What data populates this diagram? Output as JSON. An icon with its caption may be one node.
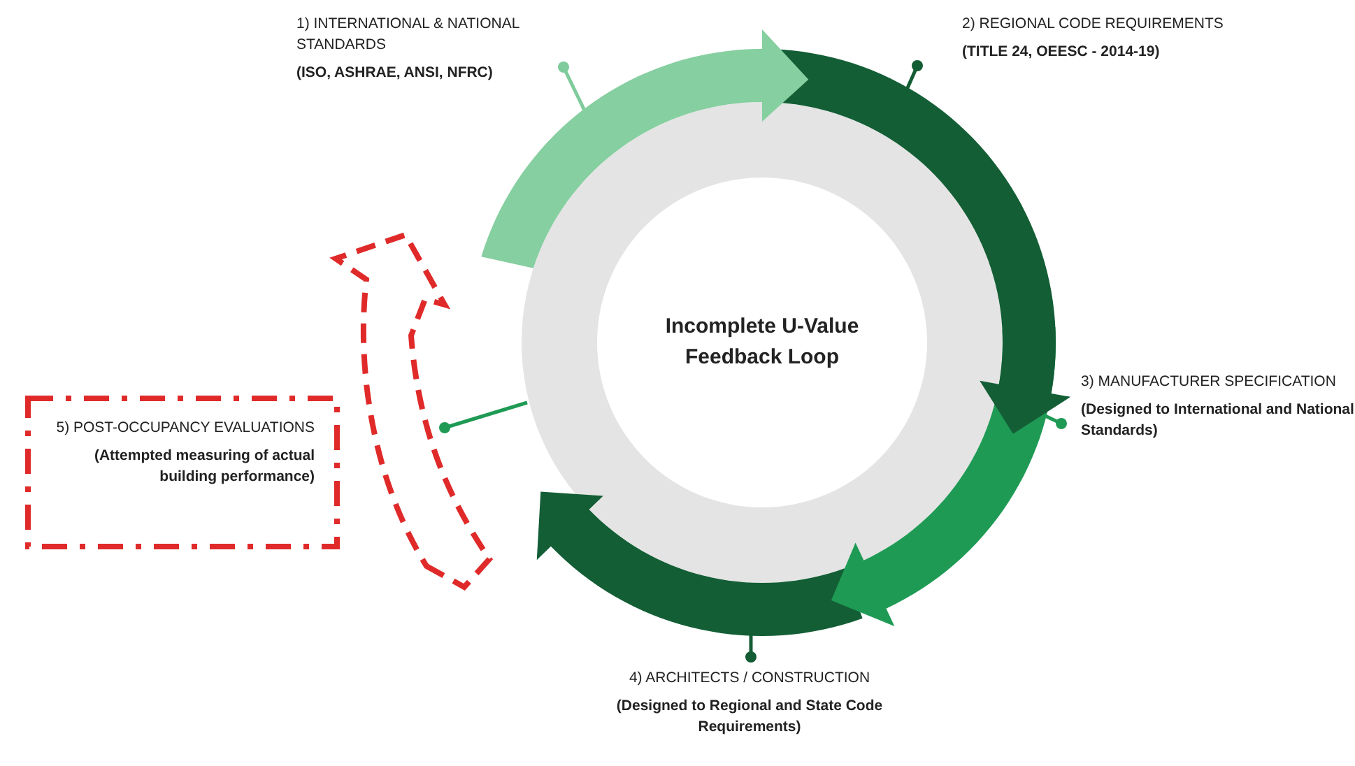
{
  "diagram": {
    "nodes": [
      {
        "text": [
          "Incomplete U-Value Feedback Loop"
        ]
      },
      {
        "text": [
          "1) INTERNATIONAL & NATIONAL STANDARDS",
          "(ISO, ASHRAE, ANSI, NFRC)"
        ]
      },
      {
        "text": [
          "2) REGIONAL CODE REQUIREMENTS",
          "(TITLE 24, OEESC - 2014-19)"
        ]
      },
      {
        "text": [
          "3) MANUFACTURER SPECIFICATION",
          "(Designed to International and National Standards)"
        ]
      },
      {
        "text": [
          "4) ARCHITECTS / CONSTRUCTION",
          "(Designed to Regional and State Code Requirements)"
        ]
      },
      {
        "text": [
          "5) POST-OCCUPANCY EVALUATIONS",
          "(Attempted measuring of actual building performance)"
        ]
      },
      {
        "text": [],
        "shape": "arrow",
        "in": 5
      }
    ],
    "edges": [
      {
        "from": 1,
        "to": 0,
        "arrow": "other",
        "color": "#7fcb9b"
      },
      {
        "from": 2,
        "to": 0,
        "arrow": "other",
        "color": "#145c34"
      },
      {
        "from": 3,
        "to": 0,
        "arrow": "other",
        "color": "#1f9a55"
      },
      {
        "from": 4,
        "to": 0,
        "arrow": "other",
        "color": "#145c34"
      },
      {
        "from": 5,
        "to": 0,
        "arrow": "other",
        "color": "#1f9a55"
      }
    ]
  }
}
